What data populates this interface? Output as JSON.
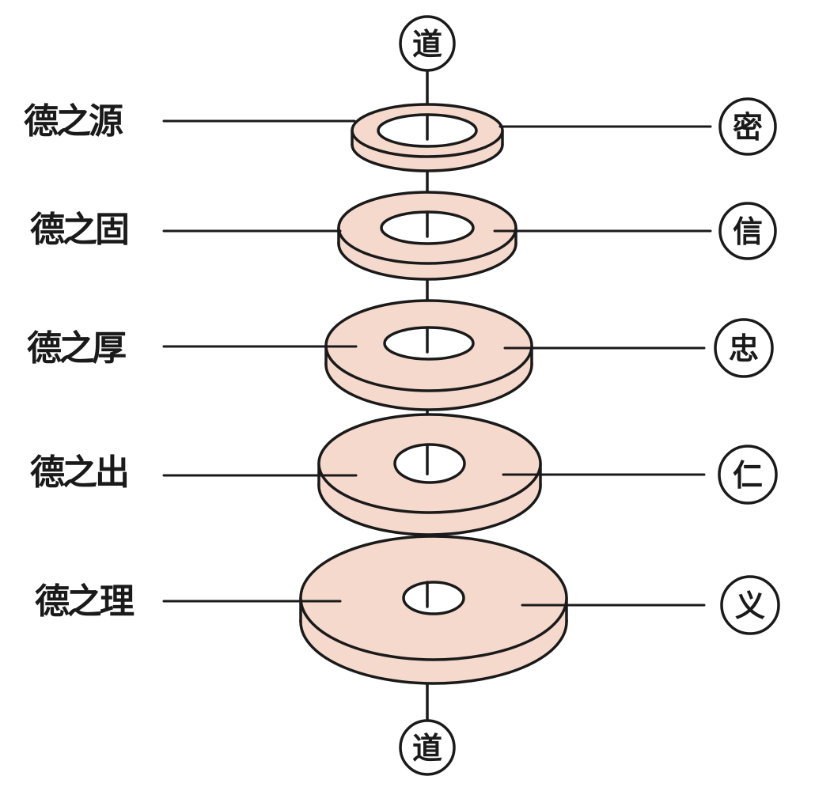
{
  "top_node": {
    "char": "道"
  },
  "bottom_node": {
    "char": "道"
  },
  "tiers": [
    {
      "left_label": "德之源",
      "right_char": "密"
    },
    {
      "left_label": "德之固",
      "right_char": "信"
    },
    {
      "left_label": "德之厚",
      "right_char": "忠"
    },
    {
      "left_label": "德之出",
      "right_char": "仁"
    },
    {
      "left_label": "德之理",
      "right_char": "义"
    }
  ],
  "colors": {
    "disc_fill": "#f6d9cd",
    "ink": "#1a1a1a",
    "hole_fill": "#ffffff"
  }
}
